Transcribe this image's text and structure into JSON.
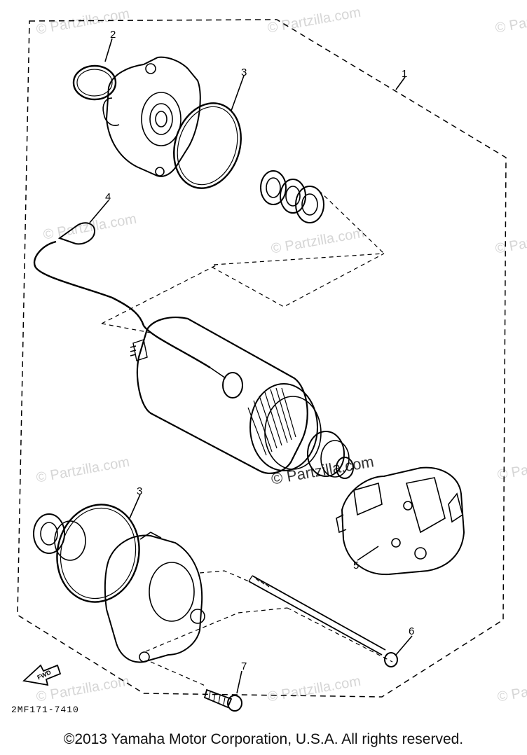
{
  "diagram": {
    "callouts": {
      "c1": "1",
      "c2": "2",
      "c3a": "3",
      "c3b": "3",
      "c4": "4",
      "c5": "5",
      "c6": "6",
      "c7": "7"
    },
    "forward_label": "FWD",
    "drawing_code": "2MF171-7410"
  },
  "watermark": {
    "text": "© Partzilla.com",
    "color": "#d6d6d6"
  },
  "footer": {
    "copyright": "©2013  Yamaha Motor Corporation, U.S.A. All rights reserved."
  }
}
